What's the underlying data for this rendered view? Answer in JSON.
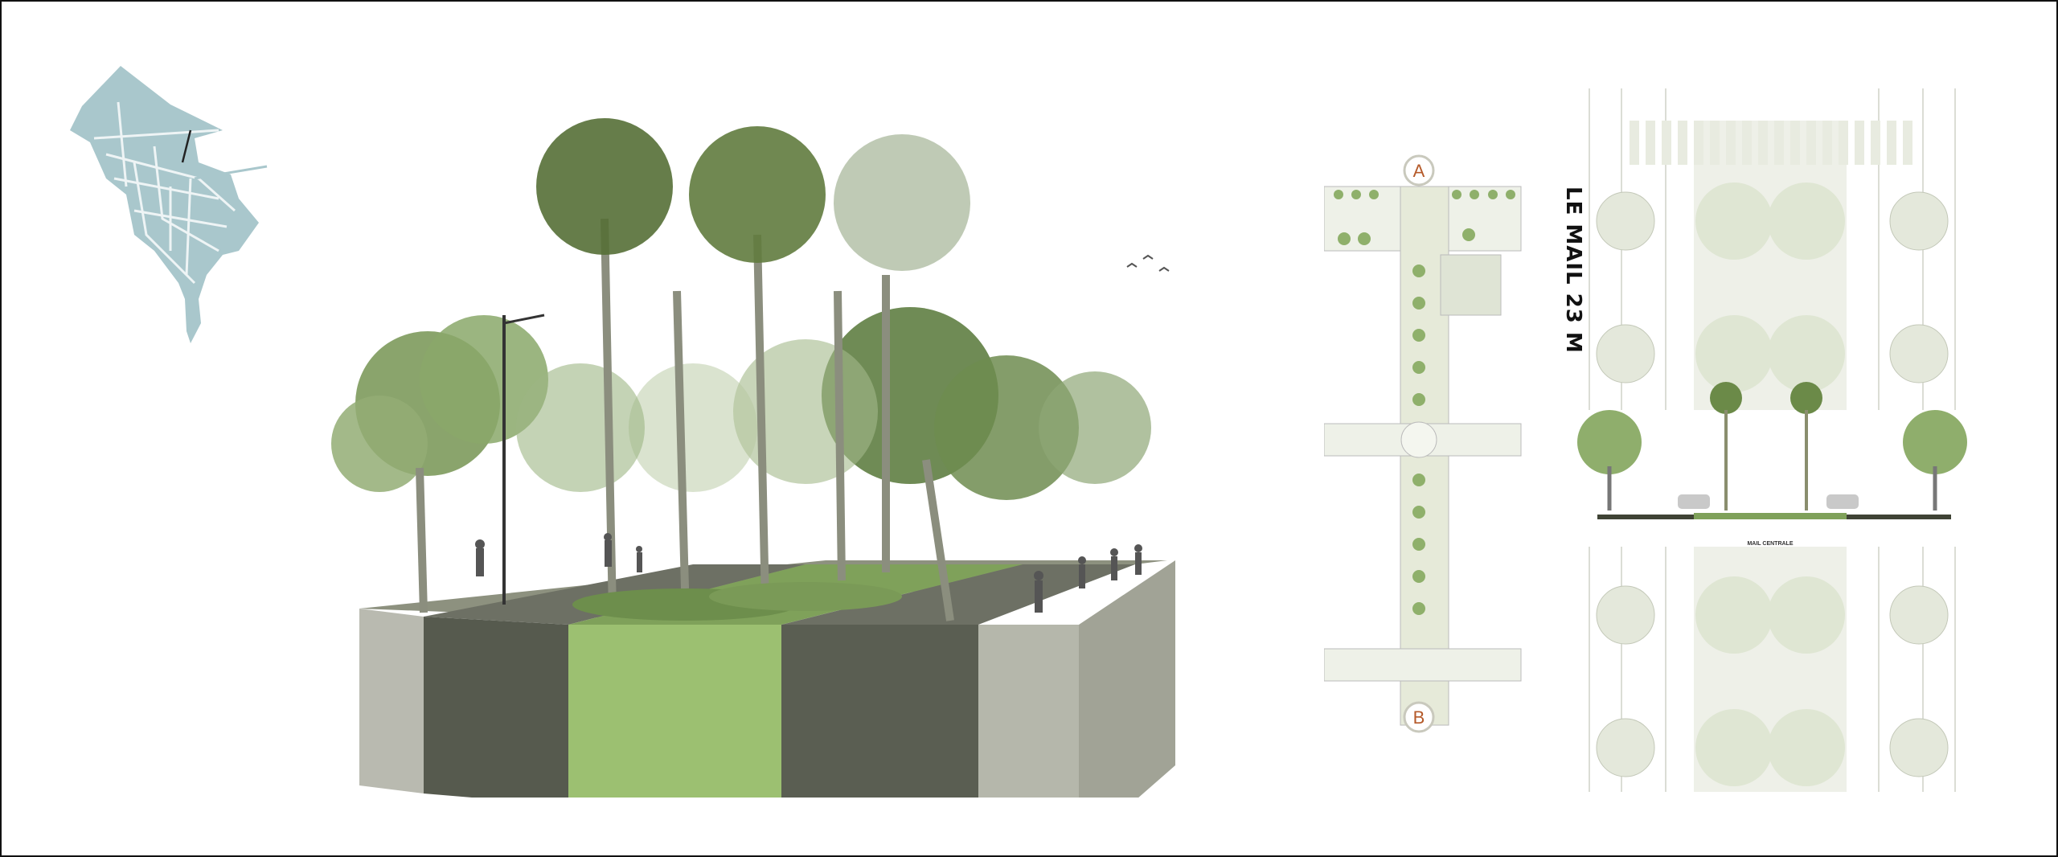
{
  "plan": {
    "title": "LE MAIL 23 M",
    "marker_a": "A",
    "marker_b": "B",
    "section_label": "MAIL CENTRALE"
  },
  "colors": {
    "map_fill": "#a9c7cc",
    "foliage_dark": "#5b7a3e",
    "foliage_light": "#a8c48a",
    "soil": "#565a4e",
    "concrete": "#b9bab0",
    "grass_section": "#9cc071",
    "marker": "#b55a2a"
  }
}
